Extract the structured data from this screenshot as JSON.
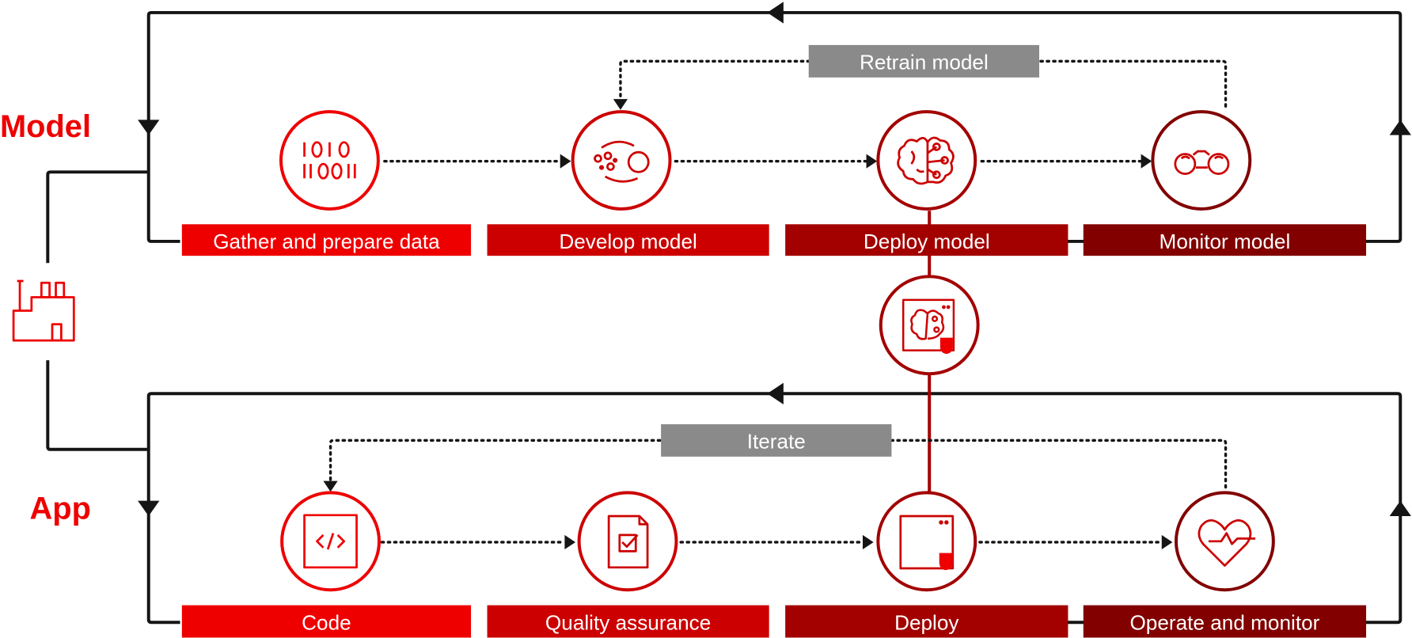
{
  "model_section": {
    "title": "Model",
    "feedback_label": "Retrain model",
    "steps": [
      {
        "label": "Gather and prepare data",
        "icon": "binary-data-icon",
        "color": "#EE0000"
      },
      {
        "label": "Develop model",
        "icon": "model-development-icon",
        "color": "#CC0000"
      },
      {
        "label": "Deploy model",
        "icon": "brain-network-icon",
        "color": "#A30000"
      },
      {
        "label": "Monitor model",
        "icon": "binoculars-icon",
        "color": "#820000"
      }
    ]
  },
  "app_section": {
    "title": "App",
    "feedback_label": "Iterate",
    "steps": [
      {
        "label": "Code",
        "icon": "code-file-icon",
        "color": "#EE0000"
      },
      {
        "label": "Quality assurance",
        "icon": "checklist-document-icon",
        "color": "#CC0000"
      },
      {
        "label": "Deploy",
        "icon": "secure-container-icon",
        "color": "#A30000"
      },
      {
        "label": "Operate and monitor",
        "icon": "heart-pulse-icon",
        "color": "#820000"
      }
    ]
  },
  "connector_icon": "model-in-container-icon",
  "factory_icon": "factory-icon",
  "colors": {
    "brand_red": "#EE0000",
    "label_gray": "#8A8A8A",
    "line_black": "#151515"
  }
}
